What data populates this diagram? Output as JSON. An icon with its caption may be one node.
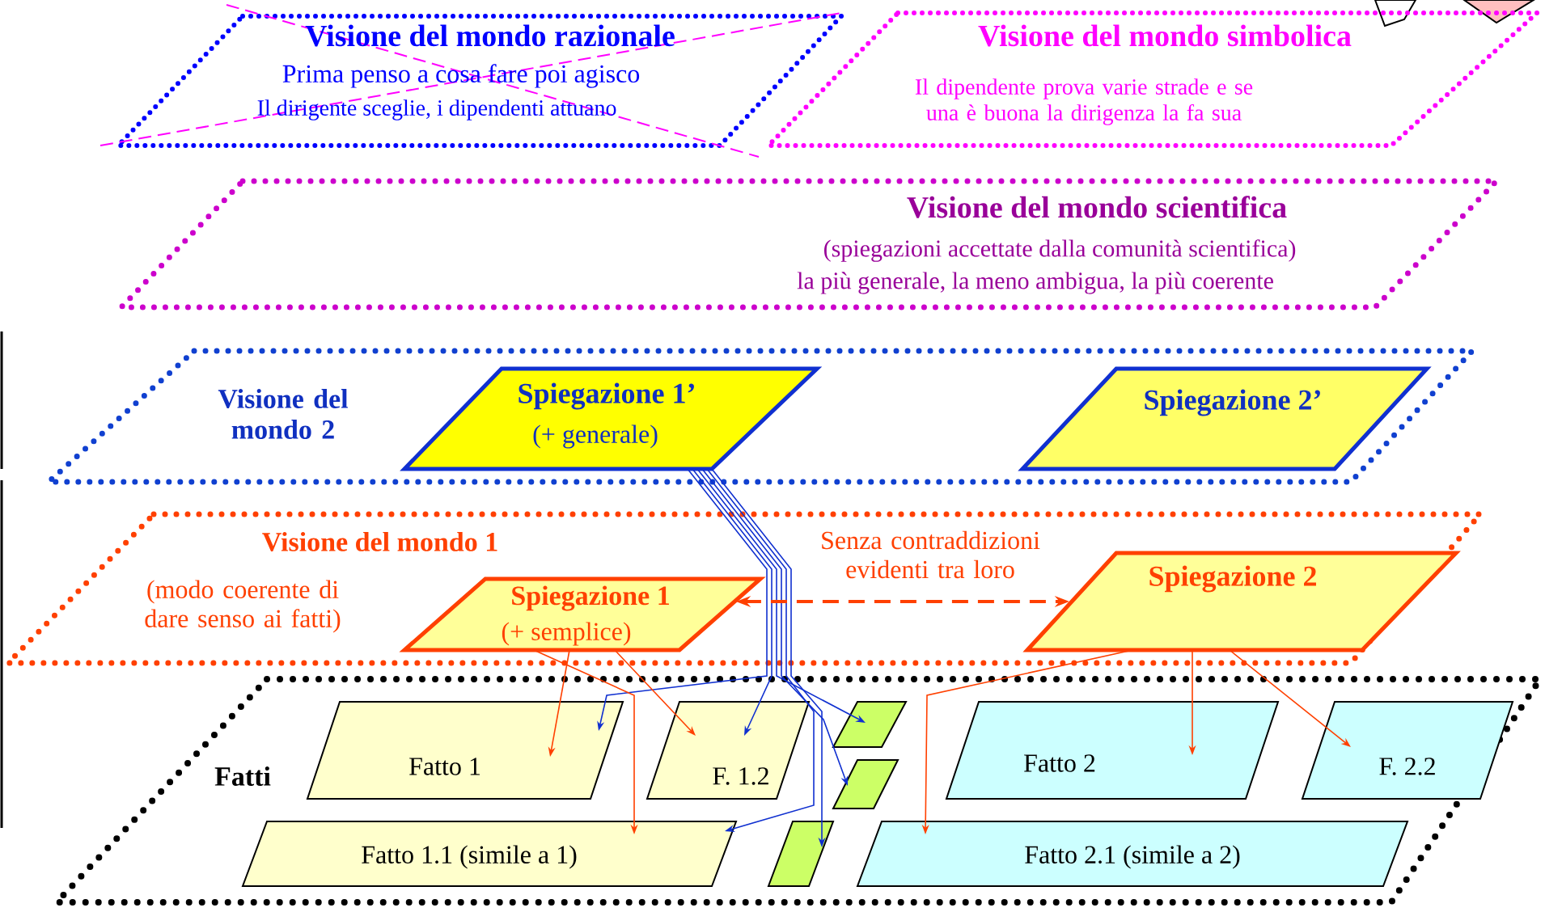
{
  "diagram": {
    "nodes": [
      {
        "text": [
          "Visione del mondo razionale",
          "Prima penso a cosa fare poi agisco",
          "Il dirigente sceglie, i dipendenti attuano"
        ]
      },
      {
        "text": [
          "Visione del mondo simbolica",
          "Il dipendente prova varie strade e se una è buona la dirigenza la fa sua"
        ]
      },
      {
        "text": [
          "Visione del mondo scientifica",
          "(spiegazioni accettate dalla comunità scientifica)",
          "la più generale, la meno ambigua, la più coerente"
        ]
      },
      {
        "text": [
          "Visione del mondo 2"
        ]
      },
      {
        "text": [
          "Spiegazione 1’",
          "(+ generale)"
        ],
        "in": 3
      },
      {
        "text": [
          "Spiegazione 2’"
        ],
        "in": 3
      },
      {
        "text": [
          "Visione del mondo 1",
          "(modo coerente di dare senso ai fatti)"
        ]
      },
      {
        "text": [
          "Spiegazione 1",
          "(+ semplice)"
        ],
        "in": 6
      },
      {
        "text": [
          "Spiegazione 2"
        ],
        "in": 6
      },
      {
        "text": [
          "Fatti"
        ]
      },
      {
        "text": [
          "Fatto 1"
        ],
        "in": 9
      },
      {
        "text": [
          "F. 1.2"
        ],
        "in": 9
      },
      {
        "text": [
          "Fatto 1.1 (simile a 1)"
        ],
        "in": 9
      },
      {
        "text": [],
        "shape": "box",
        "in": 9
      },
      {
        "text": [],
        "shape": "box",
        "in": 9
      },
      {
        "text": [],
        "shape": "box",
        "in": 9
      },
      {
        "text": [
          "Fatto 2"
        ],
        "in": 9
      },
      {
        "text": [
          "F. 2.2"
        ],
        "in": 9
      },
      {
        "text": [
          "Fatto 2.1 (simile a 2)"
        ],
        "in": 9
      }
    ],
    "edges": [
      {
        "from": 4,
        "to": 10,
        "arrow": "to",
        "color": "#1030d0"
      },
      {
        "from": 4,
        "to": 11,
        "arrow": "to",
        "color": "#1030d0"
      },
      {
        "from": 4,
        "to": 13,
        "arrow": "to",
        "color": "#1030d0"
      },
      {
        "from": 4,
        "to": 14,
        "arrow": "to",
        "color": "#1030d0"
      },
      {
        "from": 4,
        "to": 12,
        "arrow": "to",
        "color": "#1030d0"
      },
      {
        "from": 4,
        "to": 15,
        "arrow": "to",
        "color": "#1030d0"
      },
      {
        "from": 7,
        "to": 8,
        "arrow": "both",
        "style": "dashed",
        "label": "Senza contraddizioni evidenti tra loro"
      },
      {
        "from": 7,
        "to": 10,
        "arrow": "to"
      },
      {
        "from": 7,
        "to": 11,
        "arrow": "to"
      },
      {
        "from": 7,
        "to": 12,
        "arrow": "to"
      },
      {
        "from": 8,
        "to": 16,
        "arrow": "to"
      },
      {
        "from": 8,
        "to": 17,
        "arrow": "to"
      },
      {
        "from": 8,
        "to": 18,
        "arrow": "to"
      }
    ]
  }
}
